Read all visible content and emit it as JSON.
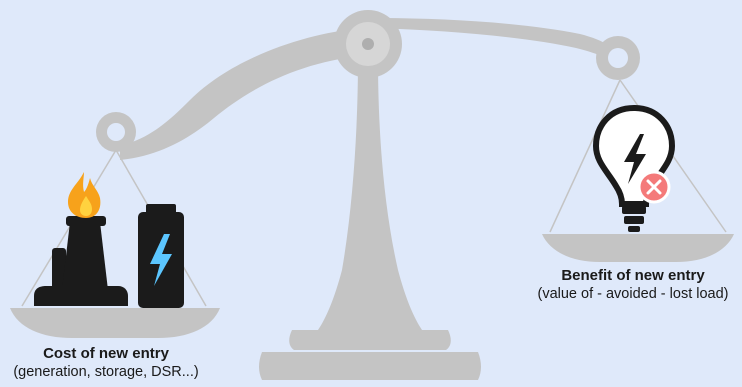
{
  "cost": {
    "title": "Cost of new entry",
    "subtitle": "(generation, storage, DSR...)"
  },
  "benefit": {
    "title": "Benefit of new entry",
    "subtitle": "(value of - avoided - lost load)"
  },
  "colors": {
    "background": "#dfe9fa",
    "scale": "#c4c4c4",
    "scale_dark": "#aeaeae",
    "icon_dark": "#1b1b1b",
    "flame_outer": "#f7a21b",
    "flame_inner": "#ffd23f",
    "bolt_battery": "#5cc6ff",
    "cross_badge": "#f47a7a"
  },
  "icons": [
    "balance-scale-icon",
    "factory-icon",
    "flame-icon",
    "battery-icon",
    "lightbulb-icon",
    "cross-icon"
  ]
}
